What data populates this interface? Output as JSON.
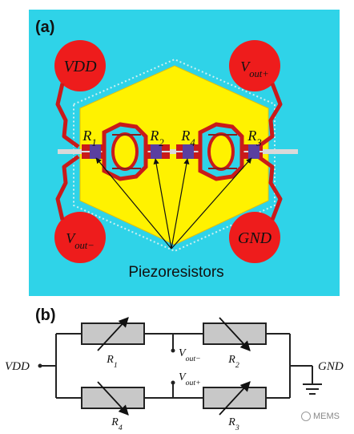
{
  "panel_a": {
    "label": "(a)",
    "pads": {
      "top_left": "VDD",
      "top_right": "Vout+",
      "bottom_left": "Vout−",
      "bottom_right": "GND"
    },
    "resistors": [
      "R1",
      "R2",
      "R4",
      "R3"
    ],
    "callout": "Piezoresistors",
    "colors": {
      "background": "#2fd3e8",
      "membrane": "#fff200",
      "metal": "#d11f1f",
      "pad": "#ee1c1c",
      "piezo": "#5a3fa0",
      "trace_dark": "#8b1d1d"
    }
  },
  "panel_b": {
    "label": "(b)",
    "left_terminal": "VDD",
    "right_terminal": "GND",
    "mid_top": "Vout−",
    "mid_bottom": "Vout+",
    "resistors": {
      "top_left": "R1",
      "top_right": "R2",
      "bottom_left": "R4",
      "bottom_right": "R3"
    },
    "colors": {
      "resistor_fill": "#c8c8c8",
      "wire": "#222222"
    }
  },
  "watermark": "MEMS"
}
